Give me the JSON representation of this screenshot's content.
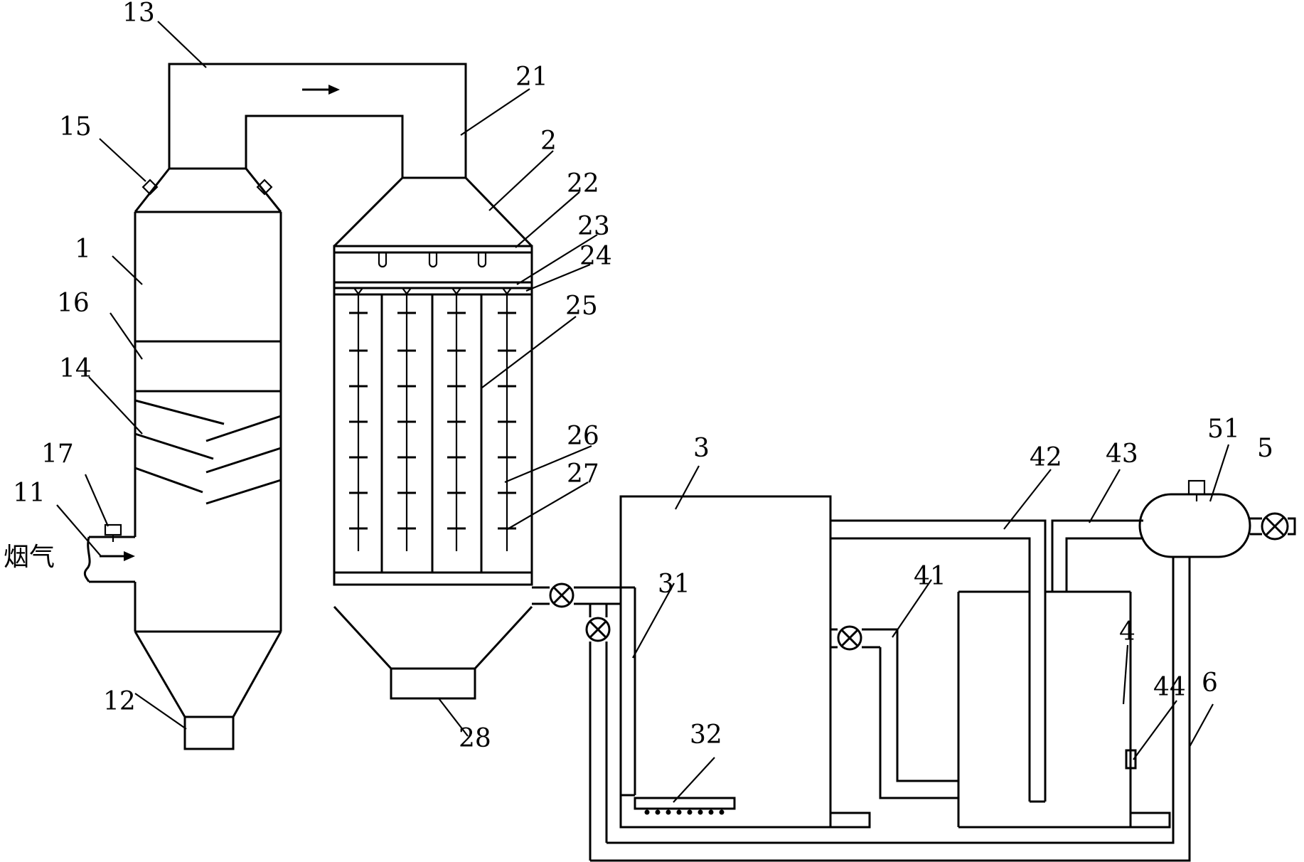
{
  "labels": {
    "l13": "13",
    "l21": "21",
    "l15": "15",
    "l2": "2",
    "l22": "22",
    "l23": "23",
    "l24": "24",
    "l1": "1",
    "l16": "16",
    "l25": "25",
    "l14": "14",
    "l26": "26",
    "l17": "17",
    "l27": "27",
    "l11": "11",
    "l3": "3",
    "l42": "42",
    "l43": "43",
    "l51": "51",
    "l5": "5",
    "l31": "31",
    "l41": "41",
    "l4": "4",
    "l44": "44",
    "l6": "6",
    "l12": "12",
    "l28": "28",
    "l32": "32"
  },
  "flue_gas_label": "烟气"
}
